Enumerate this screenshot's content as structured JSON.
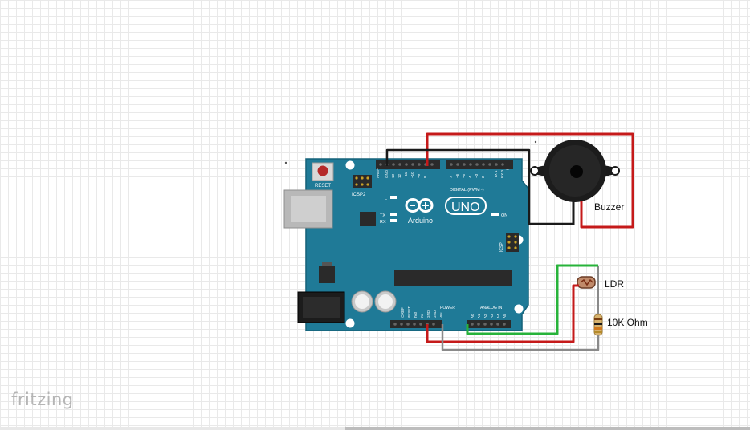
{
  "app": {
    "watermark": "fritzing"
  },
  "board": {
    "reset_label": "RESET",
    "icsp2_label": "ICSP2",
    "icsp_label": "ICSP",
    "digital_label": "DIGITAL (PWM~)",
    "uno_label": "UNO",
    "brand_label": "Arduino",
    "on_label": "ON",
    "tx_label": "TX",
    "rx_label": "RX",
    "l_label": "L",
    "power_label": "POWER",
    "analog_label": "ANALOG IN",
    "header_pins_top": [
      "AREF",
      "GND",
      "13",
      "12",
      "~11",
      "~10",
      "~9",
      "8",
      "7",
      "~6",
      "~5",
      "4",
      "~3",
      "2",
      "TX 1",
      "RX 0"
    ],
    "header_pins_power": [
      "IOREF",
      "RESET",
      "3V3",
      "5V",
      "GND",
      "GND",
      "VIN"
    ],
    "header_pins_analog": [
      "A0",
      "A1",
      "A2",
      "A3",
      "A4",
      "A5"
    ]
  },
  "components": {
    "buzzer": {
      "label": "Buzzer"
    },
    "ldr": {
      "label": "LDR"
    },
    "resistor": {
      "label": "10K Ohm"
    }
  },
  "colors": {
    "board": "#1f7a97",
    "board_dark": "#15627a",
    "wire_red": "#c51a1a",
    "wire_black": "#1a1a1a",
    "wire_green": "#27b33a",
    "wire_gray": "#8a8a8a",
    "header": "#2a2a2a"
  }
}
